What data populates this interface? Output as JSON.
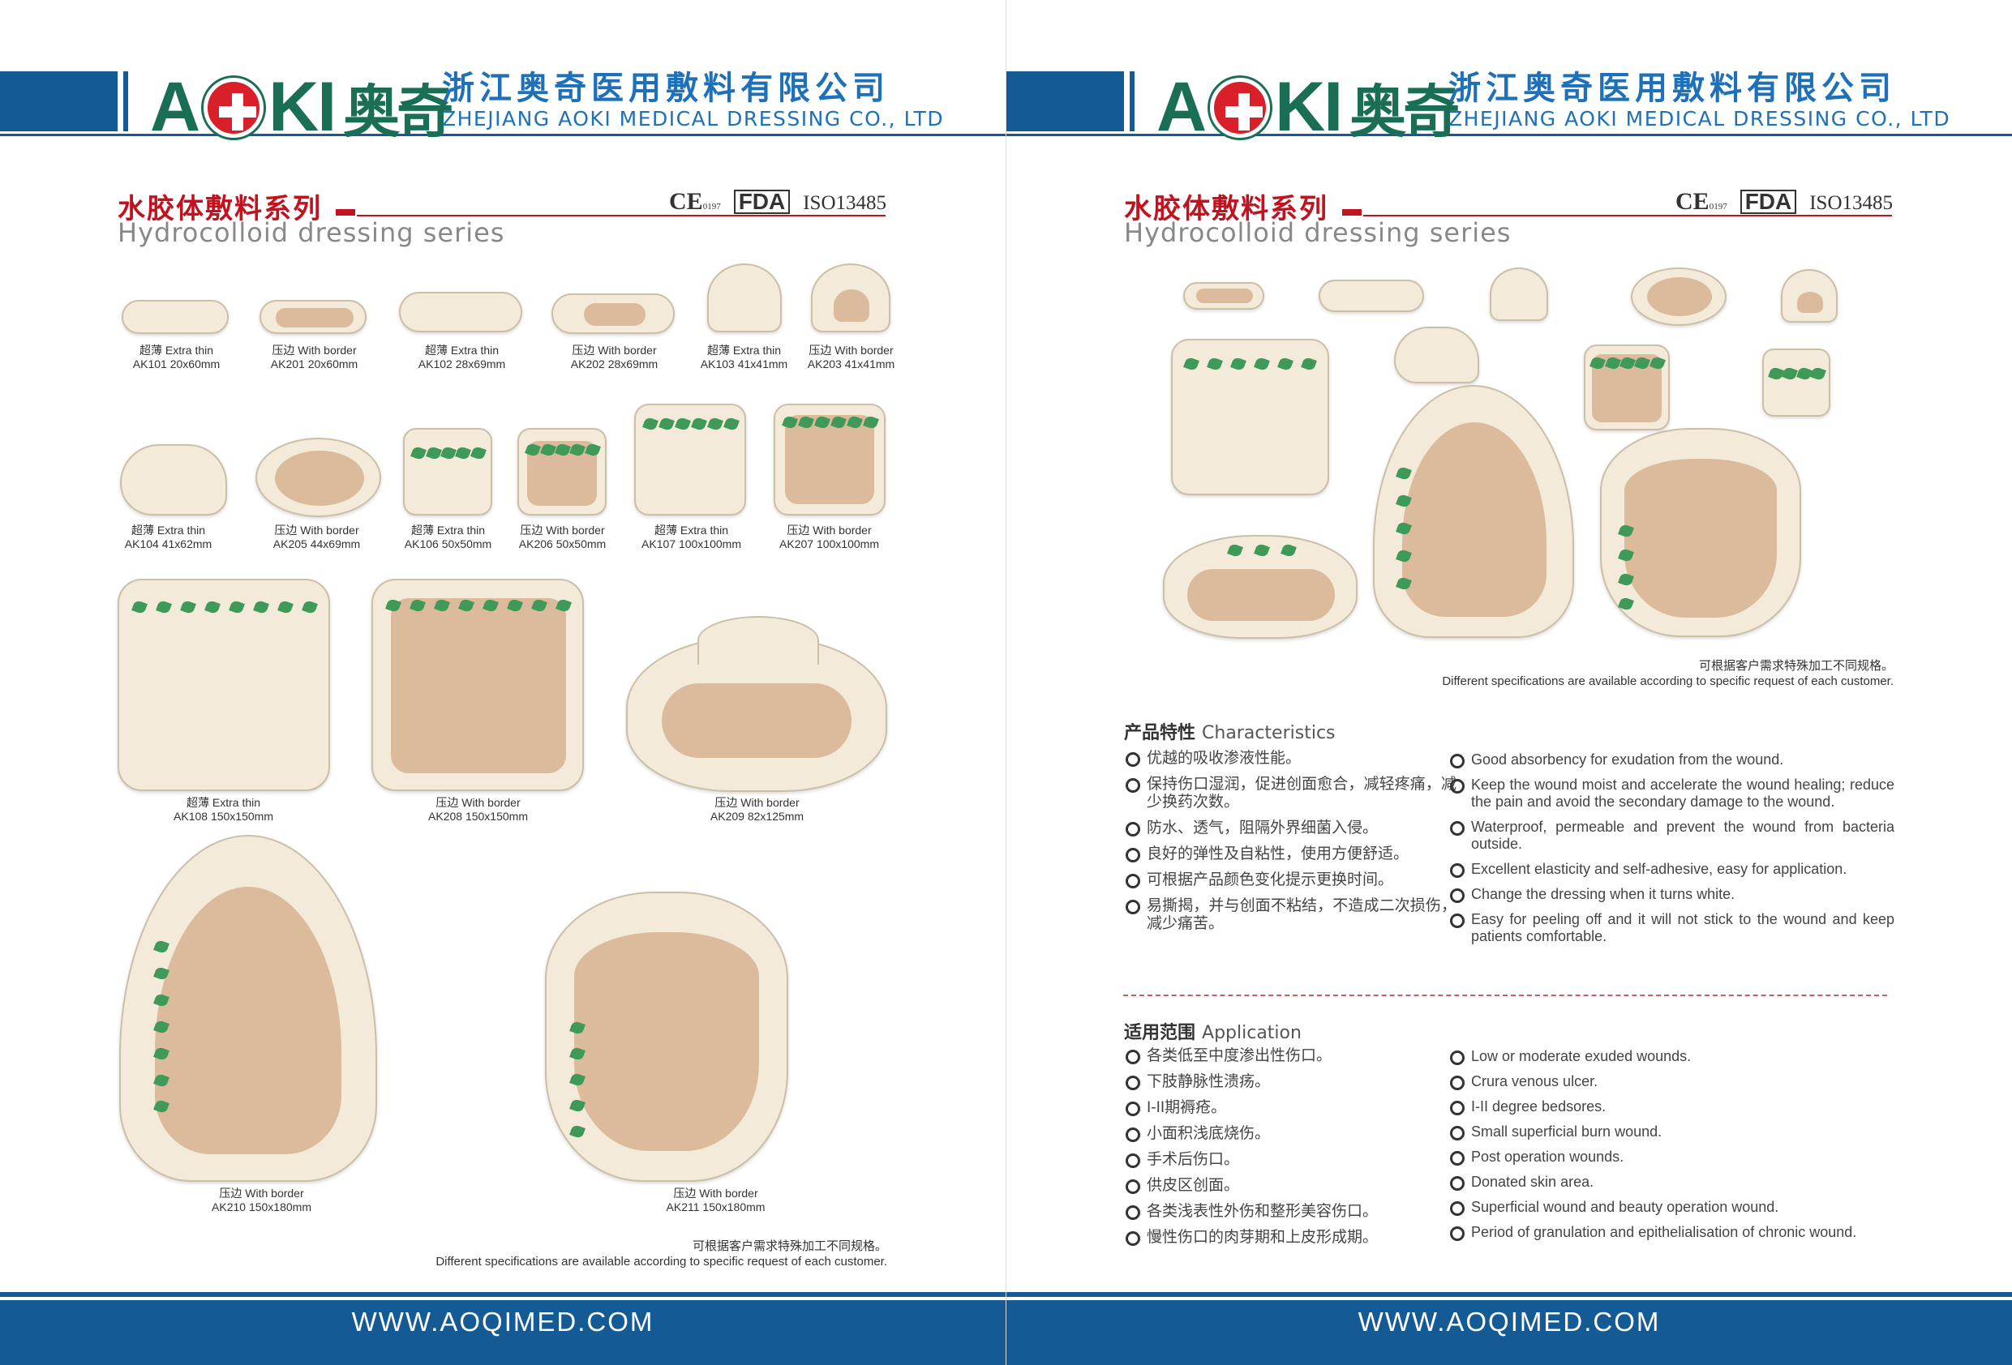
{
  "company": {
    "logo_text": "AOKI",
    "logo_cn": "奥奇",
    "name_cn": "浙江奥奇医用敷料有限公司",
    "name_en": "ZHEJIANG AOKI MEDICAL DRESSING CO., LTD"
  },
  "section": {
    "title_cn": "水胶体敷料系列",
    "title_en": "Hydrocolloid dressing series"
  },
  "certs": {
    "ce": "CE",
    "ce_num": "0197",
    "fda": "FDA",
    "iso": "ISO13485"
  },
  "products": [
    {
      "type": "超薄 Extra thin",
      "code": "AK101  20x60mm"
    },
    {
      "type": "压边 With border",
      "code": "AK201  20x60mm"
    },
    {
      "type": "超薄 Extra thin",
      "code": "AK102  28x69mm"
    },
    {
      "type": "压边 With border",
      "code": "AK202  28x69mm"
    },
    {
      "type": "超薄 Extra thin",
      "code": "AK103  41x41mm"
    },
    {
      "type": "压边 With border",
      "code": "AK203  41x41mm"
    },
    {
      "type": "超薄 Extra thin",
      "code": "AK104  41x62mm"
    },
    {
      "type": "压边 With border",
      "code": "AK205  44x69mm"
    },
    {
      "type": "超薄 Extra thin",
      "code": "AK106  50x50mm"
    },
    {
      "type": "压边 With border",
      "code": "AK206  50x50mm"
    },
    {
      "type": "超薄 Extra thin",
      "code": "AK107  100x100mm"
    },
    {
      "type": "压边 With border",
      "code": "AK207  100x100mm"
    },
    {
      "type": "超薄 Extra thin",
      "code": "AK108  150x150mm"
    },
    {
      "type": "压边 With border",
      "code": "AK208  150x150mm"
    },
    {
      "type": "压边 With border",
      "code": "AK209  82x125mm"
    },
    {
      "type": "压边 With border",
      "code": "AK210  150x180mm"
    },
    {
      "type": "压边 With border",
      "code": "AK211  150x180mm"
    }
  ],
  "note": {
    "cn": "可根据客户需求特殊加工不同规格。",
    "en": "Different specifications are available according to specific request of each customer."
  },
  "characteristics": {
    "title_cn": "产品特性",
    "title_en": "Characteristics",
    "cn": [
      "优越的吸收渗液性能。",
      "保持伤口湿润，促进创面愈合，减轻疼痛，减少换药次数。",
      "防水、透气，阻隔外界细菌入侵。",
      "良好的弹性及自粘性，使用方便舒适。",
      "可根据产品颜色变化提示更换时间。",
      "易撕揭，并与创面不粘结，不造成二次损伤，减少痛苦。"
    ],
    "en": [
      "Good absorbency for exudation from the wound.",
      "Keep the wound moist and accelerate the wound healing; reduce the pain and avoid the secondary damage to the wound.",
      "Waterproof, permeable and prevent the wound from bacteria outside.",
      "Excellent elasticity and self-adhesive, easy for application.",
      "Change the dressing when it turns white.",
      "Easy for peeling off and it will not stick to the wound and keep patients comfortable."
    ]
  },
  "application": {
    "title_cn": "适用范围",
    "title_en": "Application",
    "cn": [
      "各类低至中度渗出性伤口。",
      "下肢静脉性溃疡。",
      "I-II期褥疮。",
      "小面积浅底烧伤。",
      "手术后伤口。",
      "供皮区创面。",
      "各类浅表性外伤和整形美容伤口。",
      "慢性伤口的肉芽期和上皮形成期。"
    ],
    "en": [
      "Low or moderate exuded wounds.",
      "Crura venous ulcer.",
      "I-II degree bedsores.",
      "Small superficial burn wound.",
      "Post operation wounds.",
      "Donated skin area.",
      "Superficial wound and beauty operation wound.",
      "Period of granulation and epithelialisation of chronic wound."
    ]
  },
  "footer": {
    "website": "WWW.AOQIMED.COM"
  }
}
